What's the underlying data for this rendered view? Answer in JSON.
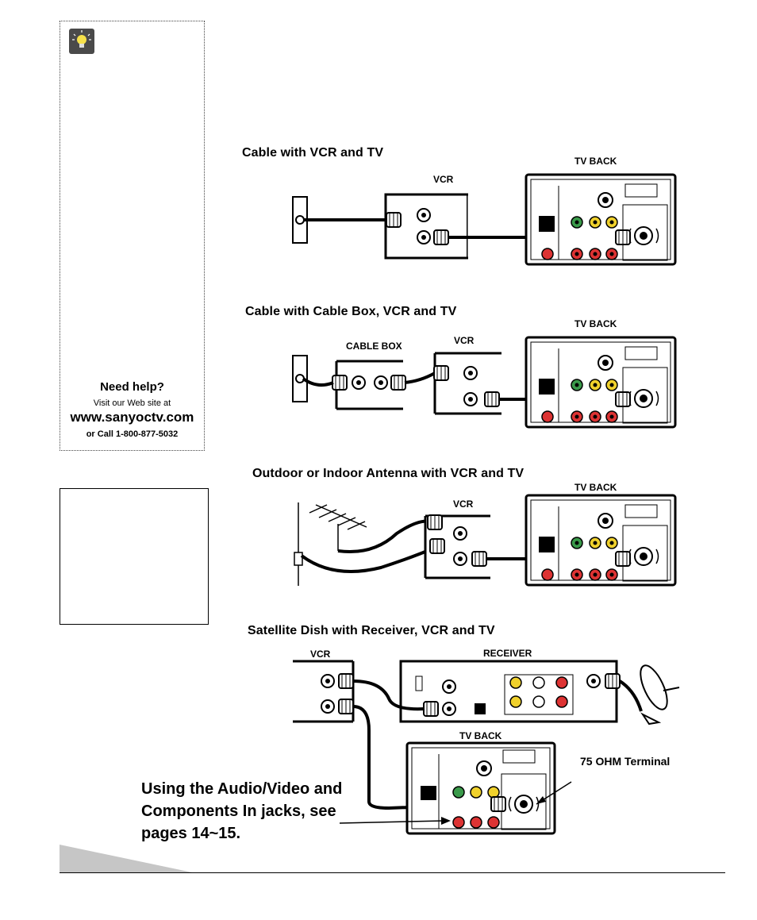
{
  "sidebar": {
    "help_title": "Need help?",
    "help_visit": "Visit our Web site at",
    "help_url": "www.sanyoctv.com",
    "help_call": "or Call 1-800-877-5032"
  },
  "bottom_note": {
    "line1": "Using the Audio/Video and",
    "line2": "Components In jacks, see",
    "line3": "pages 14~15."
  },
  "diagrams": [
    {
      "title": "Cable with VCR and TV",
      "labels": {
        "vcr": "VCR",
        "tv": "TV BACK"
      }
    },
    {
      "title": "Cable with Cable Box, VCR and TV",
      "labels": {
        "box": "CABLE BOX",
        "vcr": "VCR",
        "tv": "TV BACK"
      }
    },
    {
      "title": "Outdoor or Indoor Antenna with VCR and TV",
      "labels": {
        "vcr": "VCR",
        "tv": "TV BACK"
      }
    },
    {
      "title": "Satellite Dish with Receiver, VCR and TV",
      "labels": {
        "vcr": "VCR",
        "receiver": "RECEIVER",
        "tv": "TV BACK",
        "terminal": "75 OHM Terminal"
      }
    }
  ],
  "icons": {
    "tip": "lightbulb-icon"
  }
}
